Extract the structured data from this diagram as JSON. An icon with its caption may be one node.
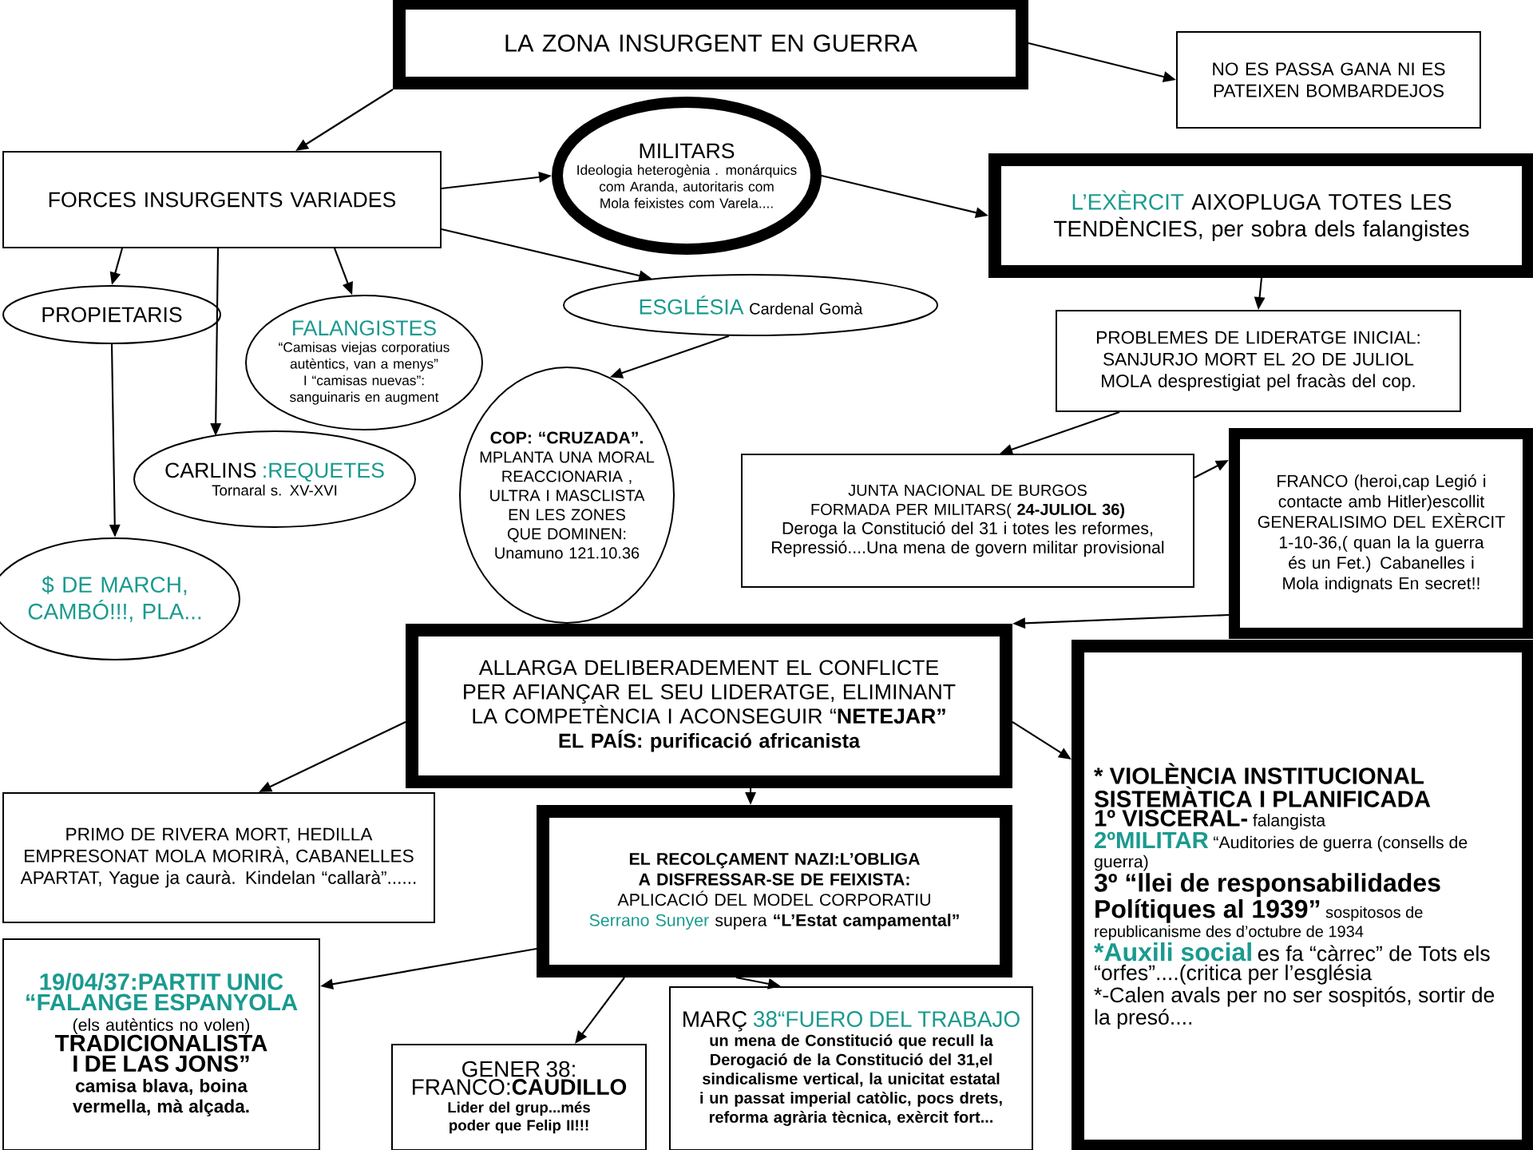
{
  "diagram": {
    "nodes": [
      {
        "text": [
          "LA ZONA INSURGENT EN GUERRA"
        ]
      },
      {
        "text": [
          "NO ES PASSA GANA NI ES PATEIXEN BOMBARDEJOS"
        ]
      },
      {
        "text": [
          "FORCES INSURGENTS VARIADES"
        ]
      },
      {
        "text": [
          "MILITARS",
          "Ideologia heterogènia . monárquics com Aranda, autoritaris com Mola feixistes com Varela...."
        ]
      },
      {
        "text": [
          "L’EXÈRCIT",
          "AIXOPLUGA TOTES LES TENDÈNCIES, per sobra dels falangistes"
        ]
      },
      {
        "text": [
          "PROPIETARIS"
        ]
      },
      {
        "text": [
          "FALANGISTES",
          "“Camisas viejas corporatius autèntics, van a menys” I “camisas nuevas”: sanguinaris en augment"
        ]
      },
      {
        "text": [
          "ESGLÉSIA",
          "Cardenal Gomà"
        ]
      },
      {
        "text": [
          "PROBLEMES DE LIDERATGE INICIAL: SANJURJO MORT EL 2O DE JULIOL MOLA desprestigiat pel fracàs del cop."
        ]
      },
      {
        "text": [
          "COP: “CRUZADA”.",
          "MPLANTA UNA MORAL REACCIONARIA , ULTRA I MASCLISTA EN LES ZONES QUE DOMINEN: Unamuno 121.10.36"
        ]
      },
      {
        "text": [
          "CARLINS",
          ":REQUETES",
          "Tornaral s. XV-XVI"
        ]
      },
      {
        "text": [
          "$ DE MARCH, CAMBÓ!!!, PLA..."
        ]
      },
      {
        "text": [
          "JUNTA NACIONAL DE BURGOS FORMADA PER MILITARS( **24-JULIOL 36)**",
          "Deroga la Constitució del 31 i totes les reformes, Repressió....Una mena de govern militar provisional"
        ]
      },
      {
        "text": [
          "FRANCO (heroi,cap Legió i contacte amb Hitler)escollit GENERALISIMO DEL EXÈRCIT 1-10-36,( quan la la guerra és un Fet.) Cabanelles i Mola indignats En secret!!"
        ]
      },
      {
        "text": [
          "ALLARGA DELIBERADEMENT EL CONFLICTE PER AFIANÇAR EL SEU LIDERATGE, ELIMINANT LA COMPETÈNCIA I ACONSEGUIR “**NETEJAR”**",
          "EL PAÍS: purificació africanista"
        ]
      },
      {
        "text": [
          "* VIOLÈNCIA INSTITUCIONAL SISTEMÀTICA I PLANIFICADA",
          "1º VISCERAL-",
          "falangista",
          "2ºMILITAR",
          "“Auditories de guerra (consells de guerra)",
          "3º “llei de responsabilidades Polítiques al 1939”",
          "sospitosos de republicanisme des d’octubre de 1934",
          "*Auxili social",
          "es fa “càrrec” de Tots els “orfes”....(critica per l’església",
          "*-Calen avals per no ser sospitós, sortir de la presó...."
        ]
      },
      {
        "text": [
          "PRIMO DE RIVERA MORT, HEDILLA EMPRESONAT MOLA MORIRÀ, CABANELLES APARTAT, Yague ja caurà. Kindelan “callarà”......"
        ]
      },
      {
        "text": [
          "EL RECOLÇAMENT NAZI:L’OBLIGA A DISFRESSAR-SE DE FEIXISTA:",
          "APLICACIÓ DEL MODEL CORPORATIU",
          "Serrano Sunyer",
          "supera **“L’Estat campamental”**"
        ]
      },
      {
        "text": [
          "19/04/37:PARTIT UNIC “FALANGE ESPANYOLA",
          "(els autèntics no volen)",
          "TRADICIONALISTA I DE LAS JONS”",
          "camisa blava, boina vermella, mà alçada."
        ]
      },
      {
        "text": [
          "GENER 38: FRANCO:**CAUDILLO**",
          "Lider del grup...més poder que Felip II!!!"
        ]
      },
      {
        "text": [
          "MARÇ",
          "38“FUERO DEL TRABAJO",
          "un mena de Constitució que recull la Derogació de la Constitució del 31,el sindicalisme vertical, la unicitat estatal i un passat imperial catòlic, pocs drets, reforma agrària tècnica, exèrcit fort..."
        ]
      }
    ],
    "edges": [
      {
        "from": 0,
        "to": 2,
        "arrow": "to"
      },
      {
        "from": 0,
        "to": 1,
        "arrow": "to"
      },
      {
        "from": 2,
        "to": 3,
        "arrow": "to"
      },
      {
        "from": 3,
        "to": 4,
        "arrow": "to"
      },
      {
        "from": 2,
        "to": 5,
        "arrow": "to"
      },
      {
        "from": 2,
        "to": 6,
        "arrow": "to"
      },
      {
        "from": 2,
        "to": 10,
        "arrow": "to"
      },
      {
        "from": 5,
        "to": 11,
        "arrow": "to"
      },
      {
        "from": 2,
        "to": 7,
        "arrow": "to"
      },
      {
        "from": 7,
        "to": 9,
        "arrow": "to"
      },
      {
        "from": 4,
        "to": 8,
        "arrow": "to"
      },
      {
        "from": 8,
        "to": 12,
        "arrow": "to"
      },
      {
        "from": 12,
        "to": 13,
        "arrow": "to"
      },
      {
        "from": 13,
        "to": 14,
        "arrow": "to"
      },
      {
        "from": 14,
        "to": 16,
        "arrow": "to"
      },
      {
        "from": 14,
        "to": 15,
        "arrow": "to"
      },
      {
        "from": 14,
        "to": 17,
        "arrow": "to"
      },
      {
        "from": 17,
        "to": 18,
        "arrow": "to"
      },
      {
        "from": 17,
        "to": 19,
        "arrow": "to"
      },
      {
        "from": 17,
        "to": 20,
        "arrow": "to"
      }
    ]
  }
}
